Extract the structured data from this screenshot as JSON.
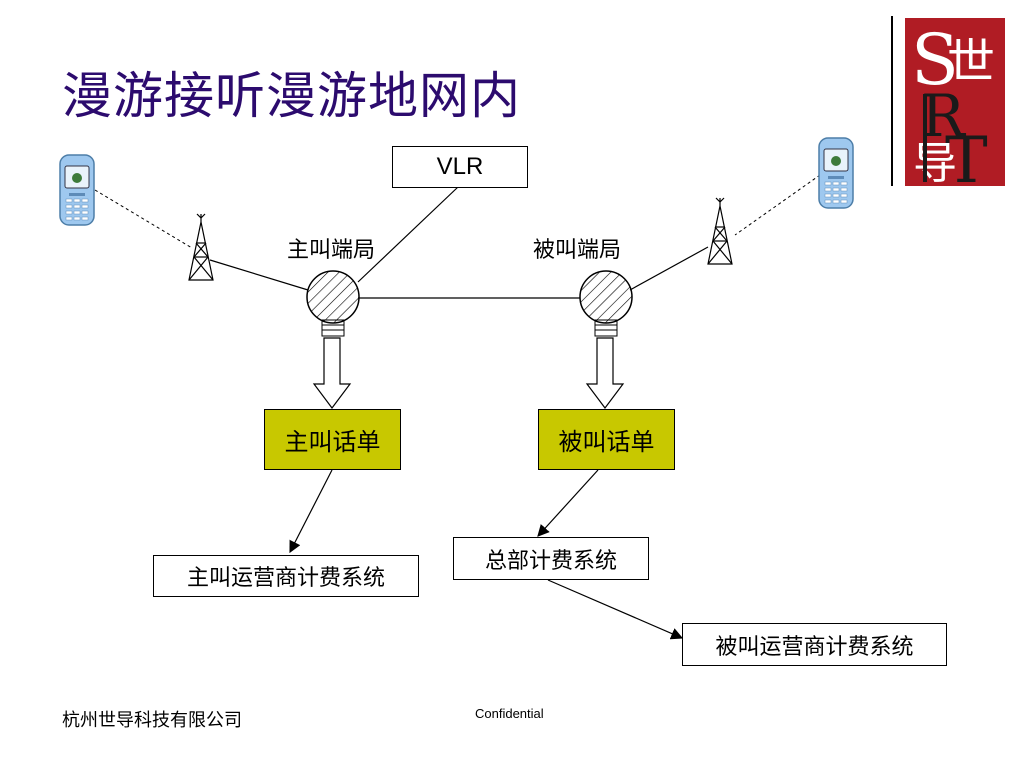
{
  "slide": {
    "title": "漫游接听漫游地网内",
    "footer_company": "杭州世导科技有限公司",
    "footer_confidential": "Confidential"
  },
  "diagram": {
    "vlr": "VLR",
    "caller_office": "主叫端局",
    "callee_office": "被叫端局",
    "caller_cdr": "主叫话单",
    "callee_cdr": "被叫话单",
    "caller_billing": "主叫运营商计费系统",
    "hq_billing": "总部计费系统",
    "callee_billing": "被叫运营商计费系统"
  },
  "colors": {
    "title": "#2c0b6e",
    "cdr_box": "#c8c800",
    "logo_bg": "#b01c24",
    "phone_body": "#9ec8ef"
  },
  "icons": [
    "mobile-phone-icon",
    "antenna-tower-icon",
    "switch-icon",
    "company-logo"
  ]
}
